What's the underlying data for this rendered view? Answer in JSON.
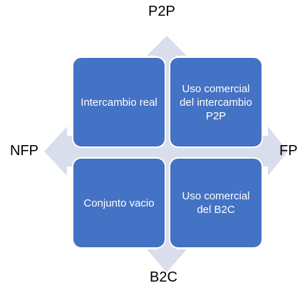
{
  "axes": {
    "top": "P2P",
    "bottom": "B2C",
    "left": "NFP",
    "right": "FP"
  },
  "quadrants": {
    "top_left": "Intercambio real",
    "top_right": "Uso comercial del intercambio P2P",
    "bottom_left": "Conjunto vacio",
    "bottom_right": "Uso comercial del B2C"
  },
  "colors": {
    "quadrant_fill": "#4472C4",
    "arrow_fill": "#D9DEEC",
    "label_text": "#000000",
    "quadrant_text": "#FFFFFF"
  }
}
